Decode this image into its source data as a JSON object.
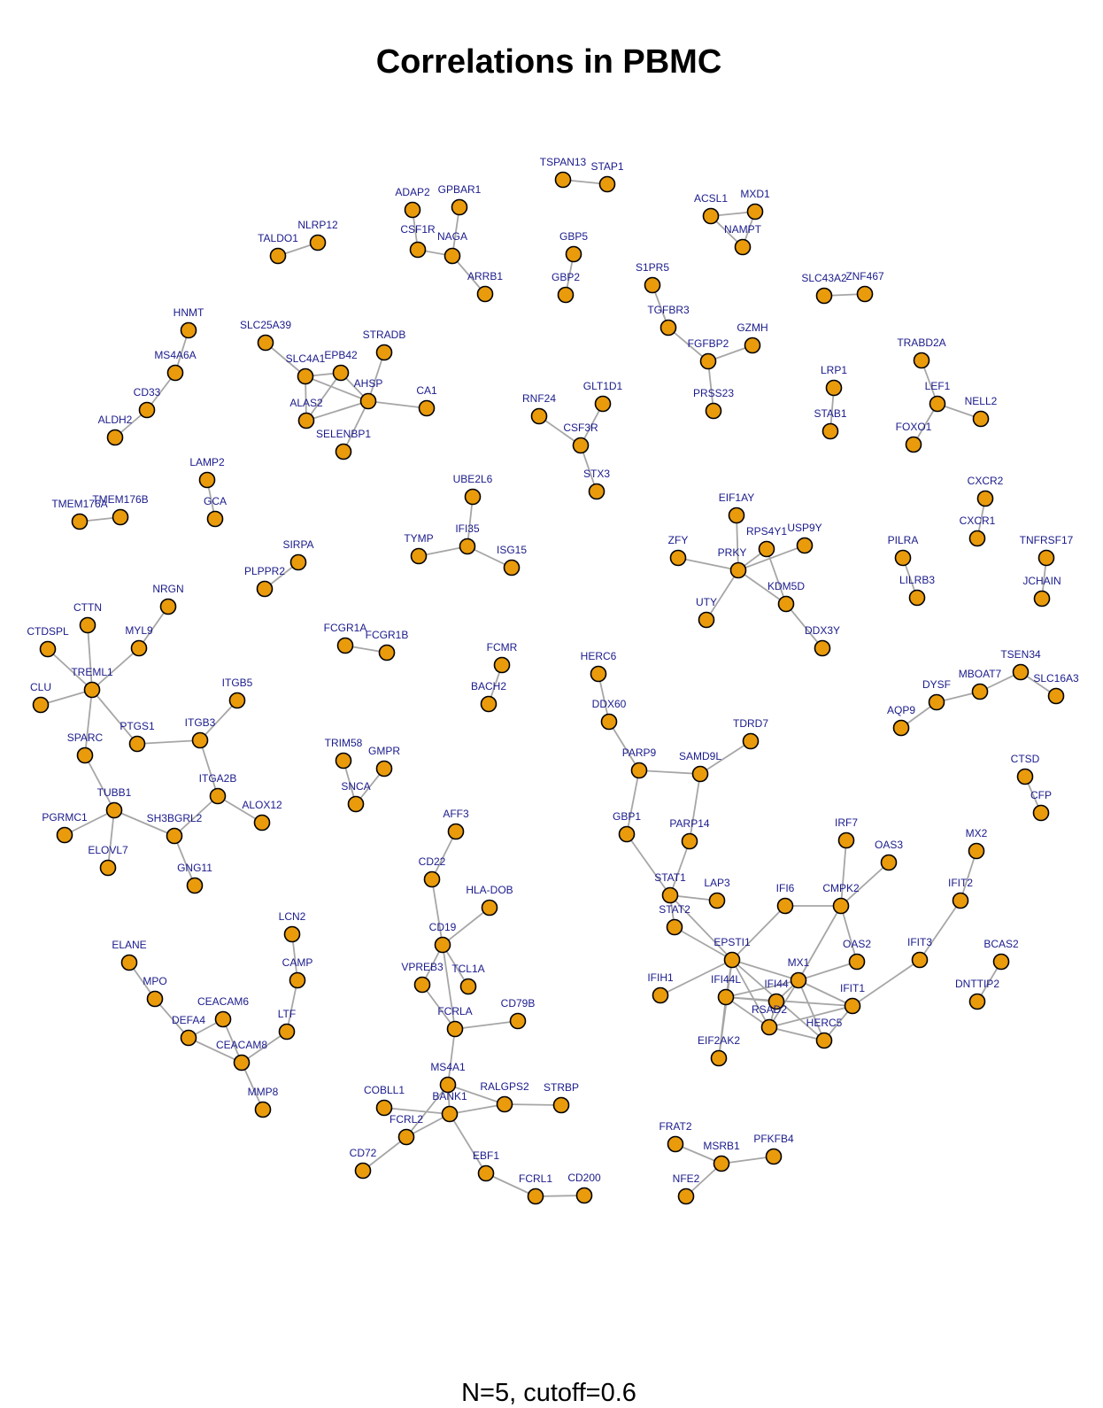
{
  "title": "Correlations in PBMC",
  "subtitle": "N=5, cutoff=0.6",
  "colors": {
    "node_fill": "#e99b0c",
    "node_stroke": "#000000",
    "edge": "#a6a6a6",
    "label": "#1a1a8c"
  },
  "network": {
    "nodes": [
      "TSPAN13",
      "STAP1",
      "ADAP2",
      "GPBAR1",
      "CSF1R",
      "NAGA",
      "ARRB1",
      "NLRP12",
      "TALDO1",
      "GBP5",
      "GBP2",
      "ACSL1",
      "MXD1",
      "NAMPT",
      "S1PR5",
      "SLC43A2",
      "ZNF467",
      "HNMT",
      "MS4A6A",
      "CD33",
      "ALDH2",
      "SLC25A39",
      "STRADB",
      "SLC4A1",
      "EPB42",
      "AHSP",
      "ALAS2",
      "SELENBP1",
      "CA1",
      "TGFBR3",
      "GZMH",
      "FGFBP2",
      "PRSS23",
      "TRABD2A",
      "LRP1",
      "STAB1",
      "LEF1",
      "NELL2",
      "FOXO1",
      "RNF24",
      "GLT1D1",
      "CSF3R",
      "STX3",
      "LAMP2",
      "GCA",
      "TMEM176A",
      "TMEM176B",
      "UBE2L6",
      "IFI35",
      "TYMP",
      "ISG15",
      "EIF1AY",
      "RPS4Y1",
      "USP9Y",
      "ZFY",
      "PRKY",
      "KDM5D",
      "UTY",
      "DDX3Y",
      "CXCR2",
      "CXCR1",
      "PILRA",
      "LILRB3",
      "TNFRSF17",
      "JCHAIN",
      "SIRPA",
      "PLPPR2",
      "NRGN",
      "CTTN",
      "CTDSPL",
      "MYL9",
      "TREML1",
      "CLU",
      "FCGR1A",
      "FCGR1B",
      "FCMR",
      "BACH2",
      "HERC6",
      "DDX60",
      "TSEN34",
      "MBOAT7",
      "SLC16A3",
      "DYSF",
      "AQP9",
      "ITGB5",
      "PTGS1",
      "ITGB3",
      "SPARC",
      "TDRD7",
      "PARP9",
      "SAMD9L",
      "CTSD",
      "CFP",
      "TRIM58",
      "GMPR",
      "SNCA",
      "ITGA2B",
      "ALOX12",
      "TUBB1",
      "PGRMC1",
      "SH3BGRL2",
      "ELOVL7",
      "GNG11",
      "AFF3",
      "GBP1",
      "PARP14",
      "IRF7",
      "OAS3",
      "MX2",
      "CD22",
      "HLA-DOB",
      "STAT1",
      "LAP3",
      "IFI6",
      "CMPK2",
      "IFIT2",
      "STAT2",
      "CD19",
      "LCN2",
      "CAMP",
      "ELANE",
      "MPO",
      "CEACAM6",
      "DEFA4",
      "LTF",
      "CEACAM8",
      "MMP8",
      "VPREB3",
      "TCL1A",
      "FCRLA",
      "CD79B",
      "EPSTI1",
      "OAS2",
      "IFIT3",
      "BCAS2",
      "MX1",
      "IFIH1",
      "IFI44L",
      "IFI44",
      "IFIT1",
      "DNTTIP2",
      "RSAD2",
      "HERC5",
      "EIF2AK2",
      "MS4A1",
      "RALGPS2",
      "STRBP",
      "COBLL1",
      "BANK1",
      "FCRL2",
      "CD72",
      "EBF1",
      "FCRL1",
      "CD200",
      "FRAT2",
      "MSRB1",
      "PFKFB4",
      "NFE2"
    ],
    "edges": [
      [
        "TSPAN13",
        "STAP1"
      ],
      [
        "ADAP2",
        "CSF1R"
      ],
      [
        "GPBAR1",
        "NAGA"
      ],
      [
        "CSF1R",
        "NAGA"
      ],
      [
        "NAGA",
        "ARRB1"
      ],
      [
        "TALDO1",
        "NLRP12"
      ],
      [
        "GBP5",
        "GBP2"
      ],
      [
        "ACSL1",
        "MXD1"
      ],
      [
        "ACSL1",
        "NAMPT"
      ],
      [
        "MXD1",
        "NAMPT"
      ],
      [
        "SLC43A2",
        "ZNF467"
      ],
      [
        "HNMT",
        "MS4A6A"
      ],
      [
        "MS4A6A",
        "CD33"
      ],
      [
        "CD33",
        "ALDH2"
      ],
      [
        "SLC25A39",
        "SLC4A1"
      ],
      [
        "SLC4A1",
        "EPB42"
      ],
      [
        "SLC4A1",
        "AHSP"
      ],
      [
        "SLC4A1",
        "ALAS2"
      ],
      [
        "EPB42",
        "AHSP"
      ],
      [
        "EPB42",
        "ALAS2"
      ],
      [
        "STRADB",
        "AHSP"
      ],
      [
        "AHSP",
        "CA1"
      ],
      [
        "AHSP",
        "SELENBP1"
      ],
      [
        "AHSP",
        "ALAS2"
      ],
      [
        "S1PR5",
        "TGFBR3"
      ],
      [
        "TGFBR3",
        "FGFBP2"
      ],
      [
        "FGFBP2",
        "GZMH"
      ],
      [
        "FGFBP2",
        "PRSS23"
      ],
      [
        "LRP1",
        "STAB1"
      ],
      [
        "TRABD2A",
        "LEF1"
      ],
      [
        "LEF1",
        "NELL2"
      ],
      [
        "LEF1",
        "FOXO1"
      ],
      [
        "RNF24",
        "CSF3R"
      ],
      [
        "GLT1D1",
        "CSF3R"
      ],
      [
        "CSF3R",
        "STX3"
      ],
      [
        "LAMP2",
        "GCA"
      ],
      [
        "TMEM176A",
        "TMEM176B"
      ],
      [
        "UBE2L6",
        "IFI35"
      ],
      [
        "TYMP",
        "IFI35"
      ],
      [
        "IFI35",
        "ISG15"
      ],
      [
        "EIF1AY",
        "PRKY"
      ],
      [
        "RPS4Y1",
        "PRKY"
      ],
      [
        "USP9Y",
        "PRKY"
      ],
      [
        "ZFY",
        "PRKY"
      ],
      [
        "PRKY",
        "UTY"
      ],
      [
        "PRKY",
        "KDM5D"
      ],
      [
        "RPS4Y1",
        "KDM5D"
      ],
      [
        "KDM5D",
        "DDX3Y"
      ],
      [
        "CXCR2",
        "CXCR1"
      ],
      [
        "PILRA",
        "LILRB3"
      ],
      [
        "TNFRSF17",
        "JCHAIN"
      ],
      [
        "SIRPA",
        "PLPPR2"
      ],
      [
        "NRGN",
        "MYL9"
      ],
      [
        "CTTN",
        "TREML1"
      ],
      [
        "CTDSPL",
        "TREML1"
      ],
      [
        "MYL9",
        "TREML1"
      ],
      [
        "CLU",
        "TREML1"
      ],
      [
        "TREML1",
        "PTGS1"
      ],
      [
        "TREML1",
        "SPARC"
      ],
      [
        "FCGR1A",
        "FCGR1B"
      ],
      [
        "FCMR",
        "BACH2"
      ],
      [
        "HERC6",
        "DDX60"
      ],
      [
        "DDX60",
        "PARP9"
      ],
      [
        "PARP9",
        "SAMD9L"
      ],
      [
        "SAMD9L",
        "TDRD7"
      ],
      [
        "SAMD9L",
        "PARP14"
      ],
      [
        "PARP9",
        "GBP1"
      ],
      [
        "TSEN34",
        "SLC16A3"
      ],
      [
        "TSEN34",
        "MBOAT7"
      ],
      [
        "MBOAT7",
        "DYSF"
      ],
      [
        "DYSF",
        "AQP9"
      ],
      [
        "ITGB5",
        "ITGB3"
      ],
      [
        "PTGS1",
        "ITGB3"
      ],
      [
        "ITGB3",
        "ITGA2B"
      ],
      [
        "ITGA2B",
        "SH3BGRL2"
      ],
      [
        "ITGA2B",
        "ALOX12"
      ],
      [
        "SPARC",
        "TUBB1"
      ],
      [
        "TUBB1",
        "PGRMC1"
      ],
      [
        "TUBB1",
        "ELOVL7"
      ],
      [
        "TUBB1",
        "SH3BGRL2"
      ],
      [
        "SH3BGRL2",
        "GNG11"
      ],
      [
        "CTSD",
        "CFP"
      ],
      [
        "TRIM58",
        "SNCA"
      ],
      [
        "GMPR",
        "SNCA"
      ],
      [
        "AFF3",
        "CD22"
      ],
      [
        "CD22",
        "CD19"
      ],
      [
        "HLA-DOB",
        "CD19"
      ],
      [
        "CD19",
        "VPREB3"
      ],
      [
        "CD19",
        "TCL1A"
      ],
      [
        "CD19",
        "FCRLA"
      ],
      [
        "VPREB3",
        "FCRLA"
      ],
      [
        "FCRLA",
        "CD79B"
      ],
      [
        "FCRLA",
        "MS4A1"
      ],
      [
        "GBP1",
        "STAT1"
      ],
      [
        "PARP14",
        "STAT1"
      ],
      [
        "STAT1",
        "LAP3"
      ],
      [
        "STAT1",
        "STAT2"
      ],
      [
        "STAT1",
        "EPSTI1"
      ],
      [
        "IRF7",
        "CMPK2"
      ],
      [
        "OAS3",
        "CMPK2"
      ],
      [
        "CMPK2",
        "IFI6"
      ],
      [
        "CMPK2",
        "OAS2"
      ],
      [
        "CMPK2",
        "MX1"
      ],
      [
        "IFI6",
        "EPSTI1"
      ],
      [
        "MX2",
        "IFIT2"
      ],
      [
        "IFIT2",
        "IFIT3"
      ],
      [
        "IFIT3",
        "IFIT1"
      ],
      [
        "STAT2",
        "EPSTI1"
      ],
      [
        "EPSTI1",
        "IFIH1"
      ],
      [
        "EPSTI1",
        "IFI44L"
      ],
      [
        "EPSTI1",
        "MX1"
      ],
      [
        "EPSTI1",
        "RSAD2"
      ],
      [
        "EPSTI1",
        "HERC5"
      ],
      [
        "EPSTI1",
        "EIF2AK2"
      ],
      [
        "OAS2",
        "MX1"
      ],
      [
        "MX1",
        "IFI44L"
      ],
      [
        "MX1",
        "IFI44"
      ],
      [
        "MX1",
        "RSAD2"
      ],
      [
        "MX1",
        "IFIT1"
      ],
      [
        "MX1",
        "HERC5"
      ],
      [
        "IFI44L",
        "IFI44"
      ],
      [
        "IFI44L",
        "RSAD2"
      ],
      [
        "IFI44L",
        "IFIT1"
      ],
      [
        "IFI44",
        "RSAD2"
      ],
      [
        "RSAD2",
        "IFIT1"
      ],
      [
        "RSAD2",
        "HERC5"
      ],
      [
        "IFI44L",
        "EIF2AK2"
      ],
      [
        "IFIT1",
        "HERC5"
      ],
      [
        "LCN2",
        "CAMP"
      ],
      [
        "CAMP",
        "LTF"
      ],
      [
        "LTF",
        "CEACAM8"
      ],
      [
        "ELANE",
        "MPO"
      ],
      [
        "MPO",
        "DEFA4"
      ],
      [
        "DEFA4",
        "CEACAM6"
      ],
      [
        "DEFA4",
        "CEACAM8"
      ],
      [
        "CEACAM6",
        "CEACAM8"
      ],
      [
        "CEACAM8",
        "MMP8"
      ],
      [
        "BCAS2",
        "DNTTIP2"
      ],
      [
        "MS4A1",
        "BANK1"
      ],
      [
        "MS4A1",
        "RALGPS2"
      ],
      [
        "MS4A1",
        "FCRL2"
      ],
      [
        "RALGPS2",
        "STRBP"
      ],
      [
        "RALGPS2",
        "BANK1"
      ],
      [
        "COBLL1",
        "BANK1"
      ],
      [
        "BANK1",
        "FCRL2"
      ],
      [
        "BANK1",
        "EBF1"
      ],
      [
        "FCRL2",
        "CD72"
      ],
      [
        "EBF1",
        "FCRL1"
      ],
      [
        "FCRL1",
        "CD200"
      ],
      [
        "FRAT2",
        "MSRB1"
      ],
      [
        "MSRB1",
        "PFKFB4"
      ],
      [
        "MSRB1",
        "NFE2"
      ]
    ]
  }
}
